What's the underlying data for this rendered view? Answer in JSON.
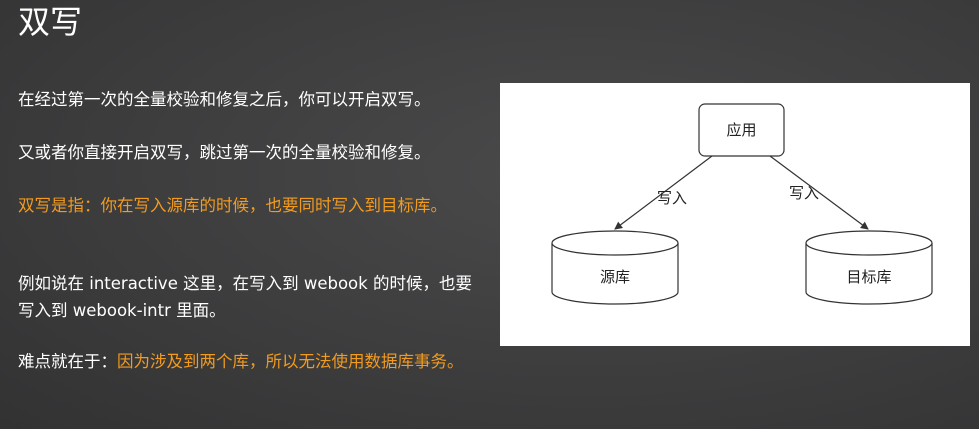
{
  "title": "双写",
  "paragraphs": {
    "p1": "在经过第一次的全量校验和修复之后，你可以开启双写。",
    "p2": "又或者你直接开启双写，跳过第一次的全量校验和修复。",
    "p3": "双写是指：你在写入源库的时候，也要同时写入到目标库。",
    "p4": "例如说在 interactive 这里，在写入到 webook 的时候，也要写入到 webook-intr 里面。",
    "p5_prefix": "难点就在于：",
    "p5_highlight": "因为涉及到两个库，所以无法使用数据库事务。"
  },
  "colors": {
    "background": "#3d3d3e",
    "text": "#ffffff",
    "highlight": "#f29b1d",
    "diagram_background": "#ffffff",
    "diagram_stroke": "#333333"
  },
  "diagram": {
    "app_label": "应用",
    "source_db_label": "源库",
    "target_db_label": "目标库",
    "edge_left_label": "写入",
    "edge_right_label": "写入"
  }
}
